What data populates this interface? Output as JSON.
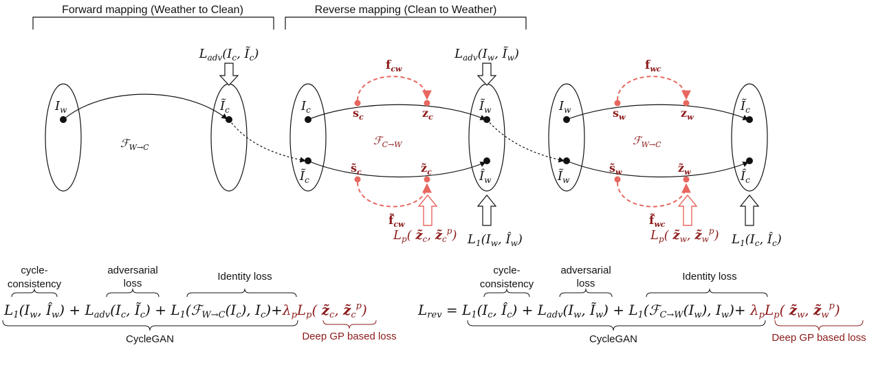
{
  "headers": {
    "forward": "Forward mapping (Weather to Clean)",
    "reverse": "Reverse mapping (Clean to Weather)"
  },
  "colors": {
    "ink": "#111111",
    "red_dark": "#8b1a1a",
    "red_light": "#e8675f"
  },
  "diagram": {
    "forward": {
      "source_label": "I_w",
      "target_label": "Ĩ_c",
      "mapping_label": "F_{W→C}",
      "adv_loss": "L_adv(I_c, Ĩ_c)"
    },
    "reverse": {
      "top_left_label": "I_c",
      "bottom_left_label": "Ĩ_c",
      "top_right_label": "Ĩ_w",
      "bottom_right_label": "Î_w",
      "mapping_label": "F_{C→W}",
      "s_label": "s_c",
      "z_label": "z_c",
      "s_tilde_label": "s̃_c",
      "z_tilde_label": "z̃_c",
      "f_top_label": "f_cw",
      "f_bottom_label": "f̃_cw",
      "adv_loss": "L_adv(I_w, Ĩ_w)",
      "l1_loss": "L_1(I_w, Î_w)",
      "lp_loss": "L_p(z̃_c, z̃_c^p)"
    },
    "cycle": {
      "top_left_label": "I_w",
      "bottom_left_label": "Ĩ_w",
      "top_right_label": "Ĩ_c",
      "bottom_right_label": "Î_c",
      "mapping_label": "F_{W→C}",
      "s_label": "s_w",
      "z_label": "z_w",
      "s_tilde_label": "s̃_w",
      "z_tilde_label": "z̃_w",
      "f_top_label": "f_wc",
      "f_bottom_label": "f̃_wc",
      "l1_loss": "L_1(I_c, Î_c)",
      "lp_loss": "L_p(z̃_w, z̃_w^p)"
    }
  },
  "equations": {
    "forward": {
      "brace_cycle": "cycle-\nconsistency",
      "brace_adv": "adversarial\nloss",
      "brace_identity": "Identity loss",
      "under_cyclegan": "CycleGAN",
      "under_gp": "Deep GP based loss",
      "expr": "L_1(I_w, Î_w) + L_adv(I_c, Ĩ_c) + L_1(F_{W→C}(I_c), I_c) + λ_p L_p(z̃_c, z̃_c^p)"
    },
    "reverse": {
      "lhs": "L_rev =",
      "brace_cycle": "cycle-\nconsistency",
      "brace_adv": "adversarial\nloss",
      "brace_identity": "Identity loss",
      "under_cyclegan": "CycleGAN",
      "under_gp": "Deep GP based loss",
      "expr": "L_1(I_c, Î_c) + L_adv(I_w, Ĩ_w) + L_1(F_{C→W}(I_w), I_w) + λ_p L_p(z̃_w, z̃_w^p)"
    }
  }
}
